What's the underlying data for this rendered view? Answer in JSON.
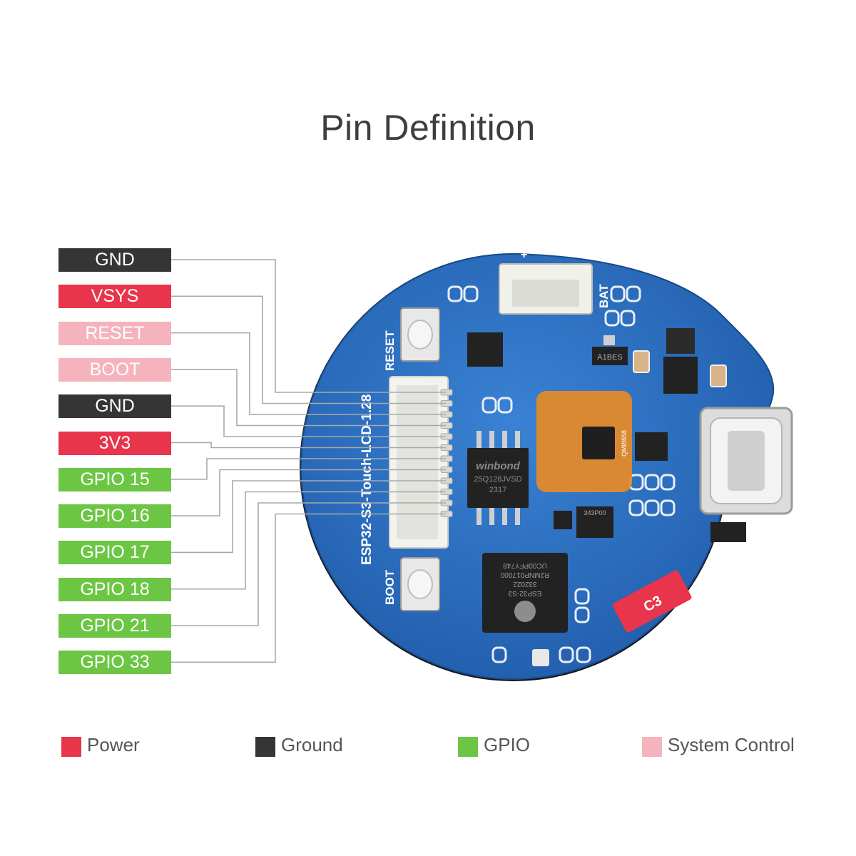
{
  "title": "Pin Definition",
  "colors": {
    "power": "#e8354b",
    "ground": "#353535",
    "gpio": "#6cc644",
    "system": "#f5b3bd",
    "board": "#2a6cbf",
    "board_dark": "#1d4f93",
    "bezel": "#1c1c1c"
  },
  "pins": [
    {
      "label": "GND",
      "kind": "ground"
    },
    {
      "label": "VSYS",
      "kind": "power"
    },
    {
      "label": "RESET",
      "kind": "system"
    },
    {
      "label": "BOOT",
      "kind": "system"
    },
    {
      "label": "GND",
      "kind": "ground"
    },
    {
      "label": "3V3",
      "kind": "power"
    },
    {
      "label": "GPIO 15",
      "kind": "gpio"
    },
    {
      "label": "GPIO 16",
      "kind": "gpio"
    },
    {
      "label": "GPIO 17",
      "kind": "gpio"
    },
    {
      "label": "GPIO 18",
      "kind": "gpio"
    },
    {
      "label": "GPIO 21",
      "kind": "gpio"
    },
    {
      "label": "GPIO 33",
      "kind": "gpio"
    }
  ],
  "legend": [
    {
      "label": "Power",
      "kind": "power"
    },
    {
      "label": "Ground",
      "kind": "ground"
    },
    {
      "label": "GPIO",
      "kind": "gpio"
    },
    {
      "label": "System Control",
      "kind": "system"
    }
  ],
  "board": {
    "name": "ESP32-S3-Touch-LCD-1.28",
    "reset_label": "RESET",
    "boot_label": "BOOT",
    "bat_label": "BAT",
    "flash_brand": "winbond",
    "flash_part": "25Q128JVSD",
    "flash_date": "2317",
    "mcu_lines": [
      "UC00PFY748",
      "R2MNP017000",
      "332022",
      "ESP32-S3",
      "ESP32-S3"
    ],
    "imu_text": "QMI8658",
    "cap_label": "C3",
    "reg_label": "A1BES",
    "usb_chip": "343P00"
  }
}
